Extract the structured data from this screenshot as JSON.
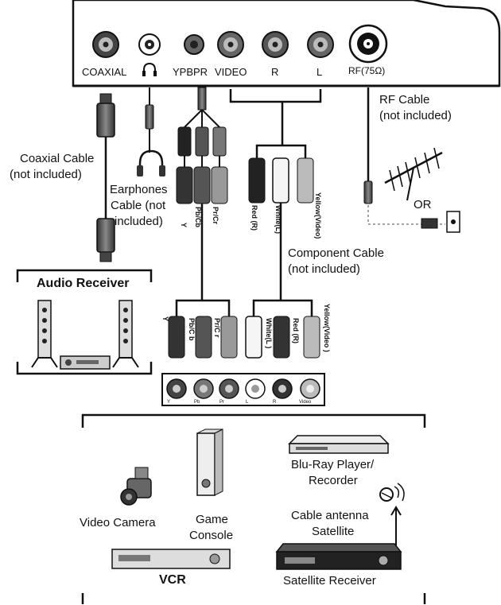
{
  "ports": {
    "coaxial": "COAXIAL",
    "ypbpr": "YPBPR",
    "video": "VIDEO",
    "r": "R",
    "l": "L",
    "rf": "RF(75Ω)"
  },
  "cables": {
    "rf_line1": "RF Cable",
    "rf_line2": "(not included)",
    "coax_line1": "Coaxial Cable",
    "coax_line2": "(not included)",
    "earph_line1": "Earphones",
    "earph_line2": "Cable (not",
    "earph_line3": "included)",
    "comp_line1": "Component Cable",
    "comp_line2": "(not included)",
    "or": "OR"
  },
  "plug_labels": {
    "y": "Y",
    "pbcb": "Pb/Cb",
    "prcr": "Pr/Cr",
    "red": "Red (R)",
    "white": "White(L)",
    "yellow": "Yellow(Video)",
    "pbcb_low": "Pb/C b",
    "prcr_low": "Pr/C r",
    "white_low": "White(L )",
    "red_low": "Red (R)",
    "yellow_low": "Yellow(Video )"
  },
  "devices": {
    "audio_receiver": "Audio Receiver",
    "video_camera": "Video Camera",
    "game_line1": "Game",
    "game_line2": "Console",
    "bluray_line1": "Blu-Ray Player/",
    "bluray_line2": "Recorder",
    "cable_line1": "Cable antenna",
    "cable_line2": "Satellite",
    "vcr": "VCR",
    "sat_receiver": "Satellite Receiver"
  },
  "jack_panel": [
    "Y",
    "Pb",
    "Pr",
    "L",
    "R",
    "Video"
  ]
}
